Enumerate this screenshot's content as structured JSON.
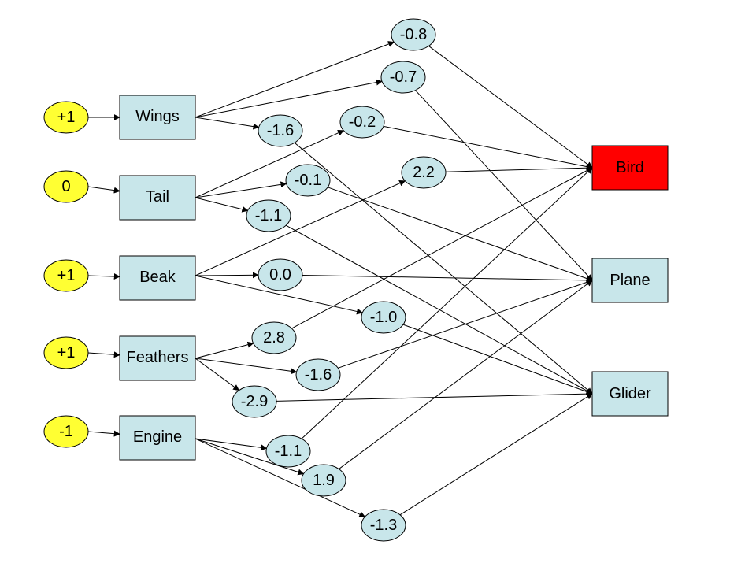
{
  "colors": {
    "input_fill": "#ffff33",
    "feature_fill": "#c8e6ea",
    "weight_fill": "#c8e6ea",
    "output_fill": "#c8e6ea",
    "active_output_fill": "#ff0000",
    "stroke": "#000000"
  },
  "inputs": [
    {
      "id": "in_wings",
      "label": "+1"
    },
    {
      "id": "in_tail",
      "label": "0"
    },
    {
      "id": "in_beak",
      "label": "+1"
    },
    {
      "id": "in_feathers",
      "label": "+1"
    },
    {
      "id": "in_engine",
      "label": "-1"
    }
  ],
  "features": [
    {
      "id": "wings",
      "label": "Wings"
    },
    {
      "id": "tail",
      "label": "Tail"
    },
    {
      "id": "beak",
      "label": "Beak"
    },
    {
      "id": "feathers",
      "label": "Feathers"
    },
    {
      "id": "engine",
      "label": "Engine"
    }
  ],
  "outputs": [
    {
      "id": "bird",
      "label": "Bird",
      "active": true
    },
    {
      "id": "plane",
      "label": "Plane",
      "active": false
    },
    {
      "id": "glider",
      "label": "Glider",
      "active": false
    }
  ],
  "weights": [
    {
      "id": "w_wings_bird",
      "label": "-0.8",
      "from": "wings",
      "to": "bird"
    },
    {
      "id": "w_wings_plane",
      "label": "-0.7",
      "from": "wings",
      "to": "plane"
    },
    {
      "id": "w_wings_glider",
      "label": "-1.6",
      "from": "wings",
      "to": "glider"
    },
    {
      "id": "w_tail_bird",
      "label": "-0.2",
      "from": "tail",
      "to": "bird"
    },
    {
      "id": "w_tail_plane",
      "label": "-0.1",
      "from": "tail",
      "to": "plane"
    },
    {
      "id": "w_tail_glider",
      "label": "-1.1",
      "from": "tail",
      "to": "glider"
    },
    {
      "id": "w_beak_bird",
      "label": "2.2",
      "from": "beak",
      "to": "bird"
    },
    {
      "id": "w_beak_plane",
      "label": "0.0",
      "from": "beak",
      "to": "plane"
    },
    {
      "id": "w_beak_glider",
      "label": "-1.0",
      "from": "beak",
      "to": "glider"
    },
    {
      "id": "w_feathers_bird",
      "label": "2.8",
      "from": "feathers",
      "to": "bird"
    },
    {
      "id": "w_feathers_plane",
      "label": "-1.6",
      "from": "feathers",
      "to": "plane"
    },
    {
      "id": "w_feathers_glider",
      "label": "-2.9",
      "from": "feathers",
      "to": "glider"
    },
    {
      "id": "w_engine_bird",
      "label": "-1.1",
      "from": "engine",
      "to": "bird"
    },
    {
      "id": "w_engine_plane",
      "label": "1.9",
      "from": "engine",
      "to": "plane"
    },
    {
      "id": "w_engine_glider",
      "label": "-1.3",
      "from": "engine",
      "to": "glider"
    }
  ]
}
